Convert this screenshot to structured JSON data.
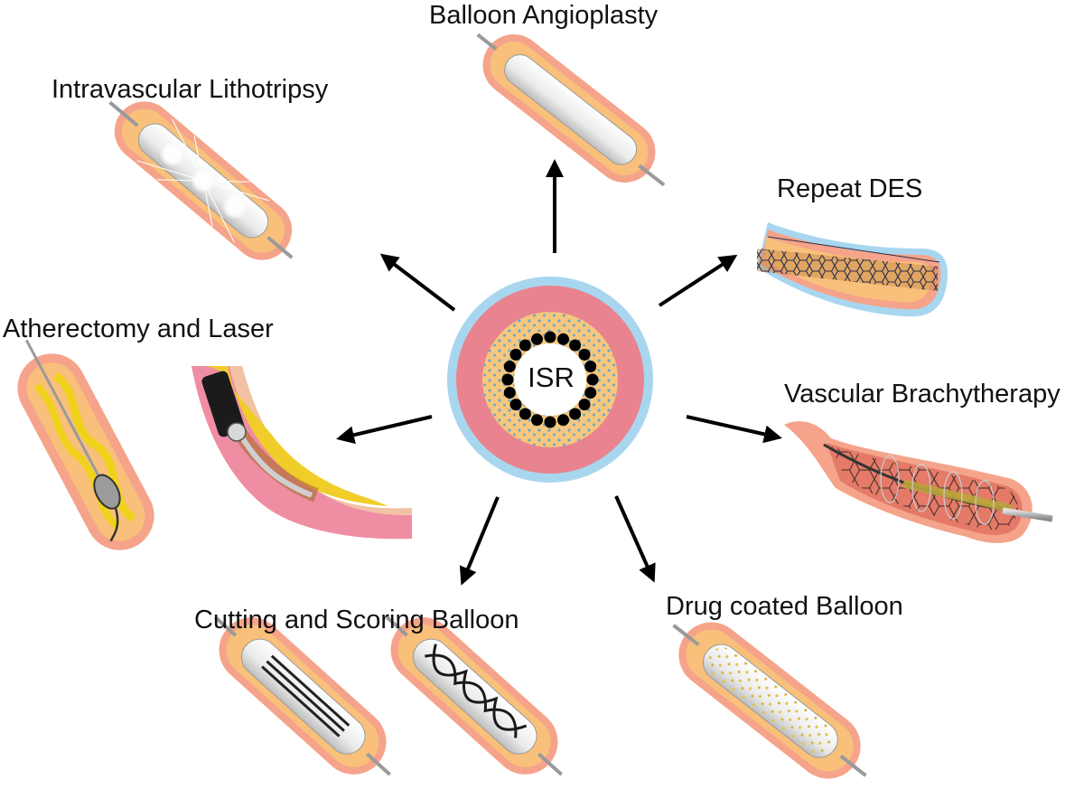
{
  "center": {
    "label": "ISR"
  },
  "therapies": [
    {
      "id": "balloon-angioplasty",
      "label": "Balloon Angioplasty"
    },
    {
      "id": "intravascular-lithotripsy",
      "label": "Intravascular Lithotripsy"
    },
    {
      "id": "repeat-des",
      "label": "Repeat DES"
    },
    {
      "id": "atherectomy-laser",
      "label": "Atherectomy and Laser"
    },
    {
      "id": "vascular-brachytherapy",
      "label": "Vascular Brachytherapy"
    },
    {
      "id": "cutting-scoring-balloon",
      "label": "Cutting and Scoring Balloon"
    },
    {
      "id": "drug-coated-balloon",
      "label": "Drug coated Balloon"
    }
  ],
  "colors": {
    "adventitia": "#a9d6ef",
    "media": "#e8838f",
    "plaque": "#f6c77e",
    "plaque_dots": "#6aa8c8",
    "strut": "#000000",
    "vessel_outer": "#f5a38a",
    "vessel_inner": "#f8c07a",
    "balloon": "#f2f2f2",
    "arrow": "#000000",
    "stent_mesh": "#2a2f4a",
    "artery_wall": "#ef8ea2",
    "calcium": "#e8c020"
  }
}
